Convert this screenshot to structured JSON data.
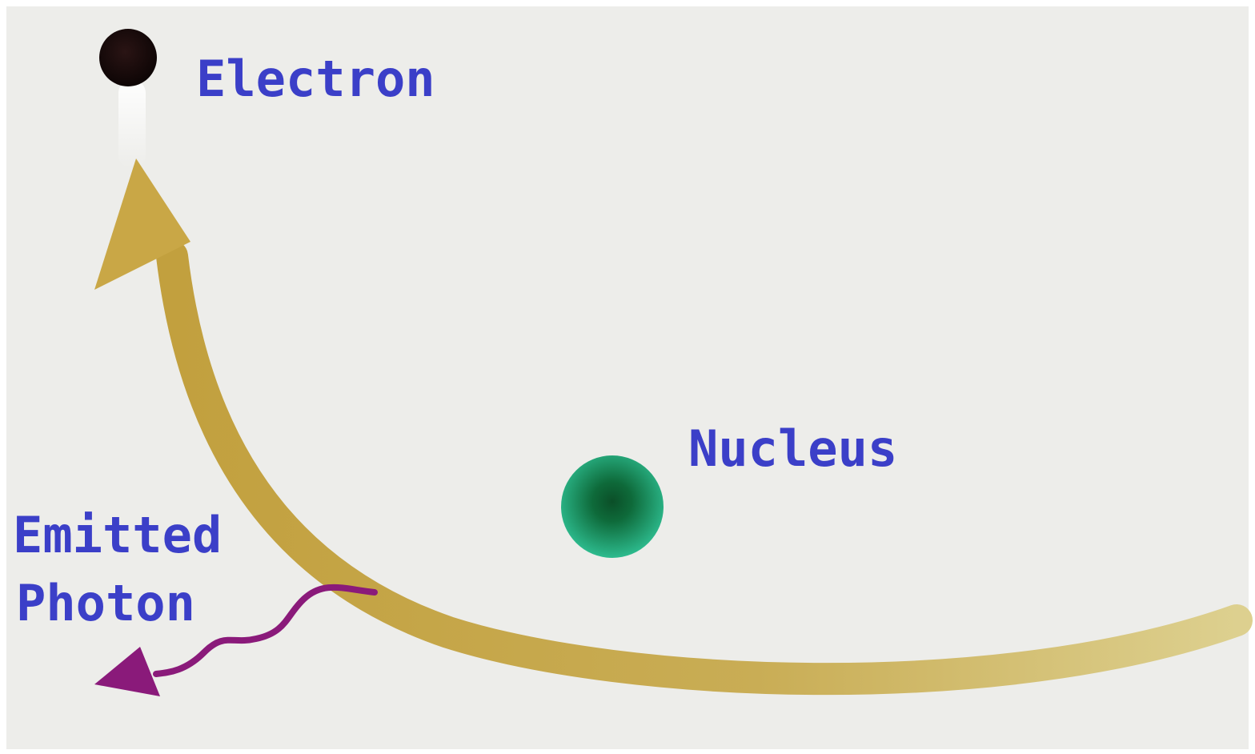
{
  "diagram": {
    "labels": {
      "electron": "Electron",
      "nucleus": "Nucleus",
      "emitted_photon_line1": "Emitted",
      "emitted_photon_line2": "Photon"
    },
    "colors": {
      "background": "#ededea",
      "label_text": "#3b3fc8",
      "electron": "#1a0c0c",
      "nucleus_core": "#0e6a3a",
      "nucleus_edge": "#2dbb8e",
      "trajectory": "#c8a84a",
      "photon": "#8a1a7a"
    },
    "elements": {
      "electron_particle": "dark sphere",
      "nucleus_particle": "green sphere",
      "electron_path": "curved arrow",
      "photon_wave": "wavy arrow"
    }
  }
}
